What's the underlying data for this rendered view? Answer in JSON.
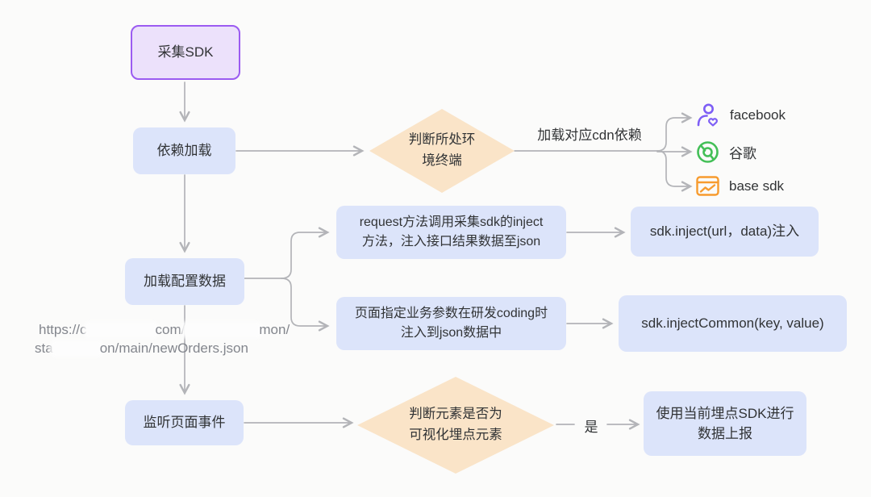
{
  "colors": {
    "canvas_bg": "#fbfbfa",
    "node_text": "#313335",
    "purple_border": "#9b5bf1",
    "purple_fill": "#ece1fb",
    "blue_fill": "#dce4fa",
    "peach_fill": "#fae4c8",
    "arrow": "#b3b4b8",
    "url_text": "#83868d",
    "icon_purple": "#7d5ef5",
    "icon_green": "#43bf57",
    "icon_orange": "#f79b2e"
  },
  "nodes": {
    "start": {
      "label": "采集SDK"
    },
    "dependency_load": {
      "label": "依赖加载"
    },
    "env_decision": {
      "label": "判断所处环\n境终端"
    },
    "load_config": {
      "label": "加载配置数据"
    },
    "request_inject": {
      "label": "request方法调用采集sdk的inject\n方法，注入接口结果数据至json"
    },
    "sdk_inject": {
      "label": "sdk.inject(url，data)注入"
    },
    "page_params": {
      "label": "页面指定业务参数在研发coding时\n注入到json数据中"
    },
    "sdk_inject_common": {
      "label": "sdk.injectCommon(key, value)"
    },
    "listen_events": {
      "label": "监听页面事件"
    },
    "element_decision": {
      "label": "判断元素是否为\n可视化埋点元素"
    },
    "report": {
      "label": "使用当前埋点SDK进行\n数据上报"
    }
  },
  "edges": {
    "cdn_label": "加载对应cdn依赖",
    "yes_label": "是"
  },
  "cdn_targets": [
    {
      "icon": "facebook-user-heart-icon",
      "label": "facebook"
    },
    {
      "icon": "chrome-icon",
      "label": "谷歌"
    },
    {
      "icon": "browser-chart-icon",
      "label": "base sdk"
    }
  ],
  "config_url": {
    "line1_a": "https://c",
    "line1_b": "com/",
    "line1_c": "mon/",
    "line2_a": "sta",
    "line2_b": "on/main/newOrders.json"
  }
}
